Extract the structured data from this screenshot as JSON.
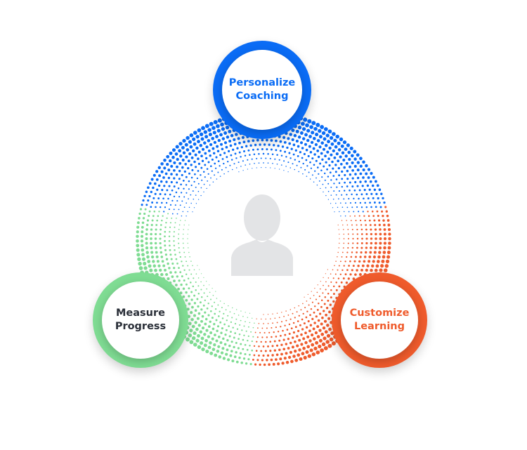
{
  "nodes": [
    {
      "id": "personalize",
      "line1": "Personalize",
      "line2": "Coaching",
      "color": "#0a6cf5",
      "text_color": "#0a6cf5"
    },
    {
      "id": "measure",
      "line1": "Measure",
      "line2": "Progress",
      "color": "#7fdc93",
      "text_color": "#2a2f38"
    },
    {
      "id": "customize",
      "line1": "Customize",
      "line2": "Learning",
      "color": "#ef5b2c",
      "text_color": "#ef5b2c"
    }
  ],
  "center_icon": "person-avatar-icon",
  "colors": {
    "blue": "#0a6cf5",
    "green": "#7fdc93",
    "orange": "#ef5b2c",
    "avatar": "#e3e4e6"
  }
}
